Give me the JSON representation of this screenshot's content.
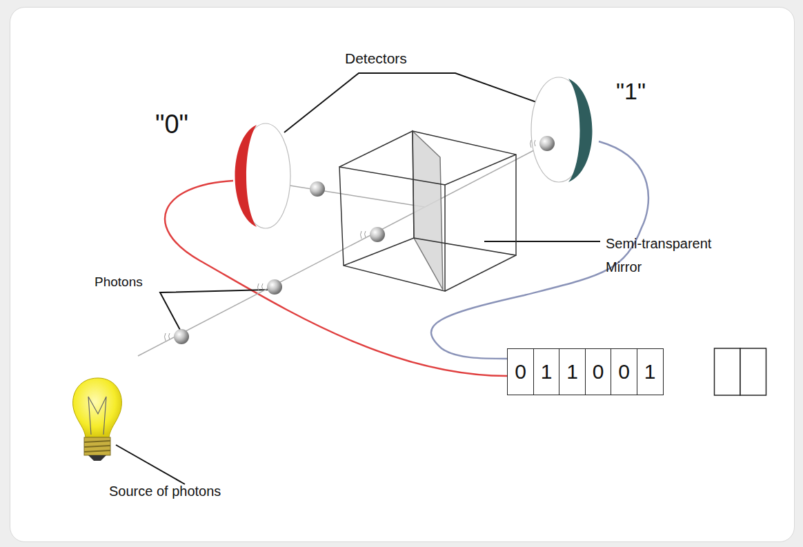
{
  "diagram": {
    "nodes": [
      {
        "text": [
          "0"
        ]
      },
      {
        "text": [
          "1"
        ]
      },
      {
        "text": [
          "1"
        ]
      },
      {
        "text": [
          "0"
        ]
      },
      {
        "text": [
          "0"
        ]
      },
      {
        "text": [
          "1"
        ]
      }
    ],
    "labels": [
      "Detectors",
      "\"0\"",
      "\"1\"",
      "Semi-transparent Mirror",
      "Photons",
      "Source of photons"
    ]
  }
}
